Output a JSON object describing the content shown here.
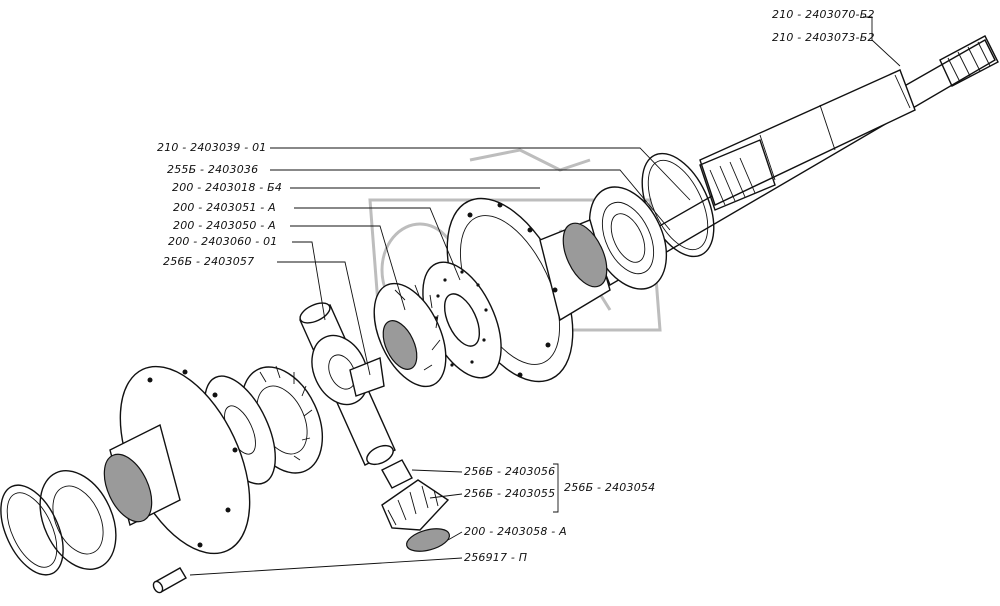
{
  "parts": [
    {
      "id": "p1",
      "label": "210 - 2403070-Б2"
    },
    {
      "id": "p2",
      "label": "210 - 2403073-Б2"
    },
    {
      "id": "p3",
      "label": "210 - 2403039 - 01"
    },
    {
      "id": "p4",
      "label": "255Б - 2403036"
    },
    {
      "id": "p5",
      "label": "200 - 2403018 - Б4"
    },
    {
      "id": "p6",
      "label": "200 - 2403051 - А"
    },
    {
      "id": "p7",
      "label": "200 - 2403050 - А"
    },
    {
      "id": "p8",
      "label": "200 - 2403060 - 01"
    },
    {
      "id": "p9",
      "label": "256Б - 2403057"
    },
    {
      "id": "p10",
      "label": "256Б - 2403056"
    },
    {
      "id": "p11",
      "label": "256Б - 2403055"
    },
    {
      "id": "p12",
      "label": "200 - 2403058 - А"
    },
    {
      "id": "p13",
      "label": "256917 - П"
    }
  ],
  "assembly": {
    "label": "256Б - 2403054"
  },
  "colors": {
    "ink": "#111111",
    "watermark": "#bdbdbd",
    "background": "#ffffff"
  }
}
